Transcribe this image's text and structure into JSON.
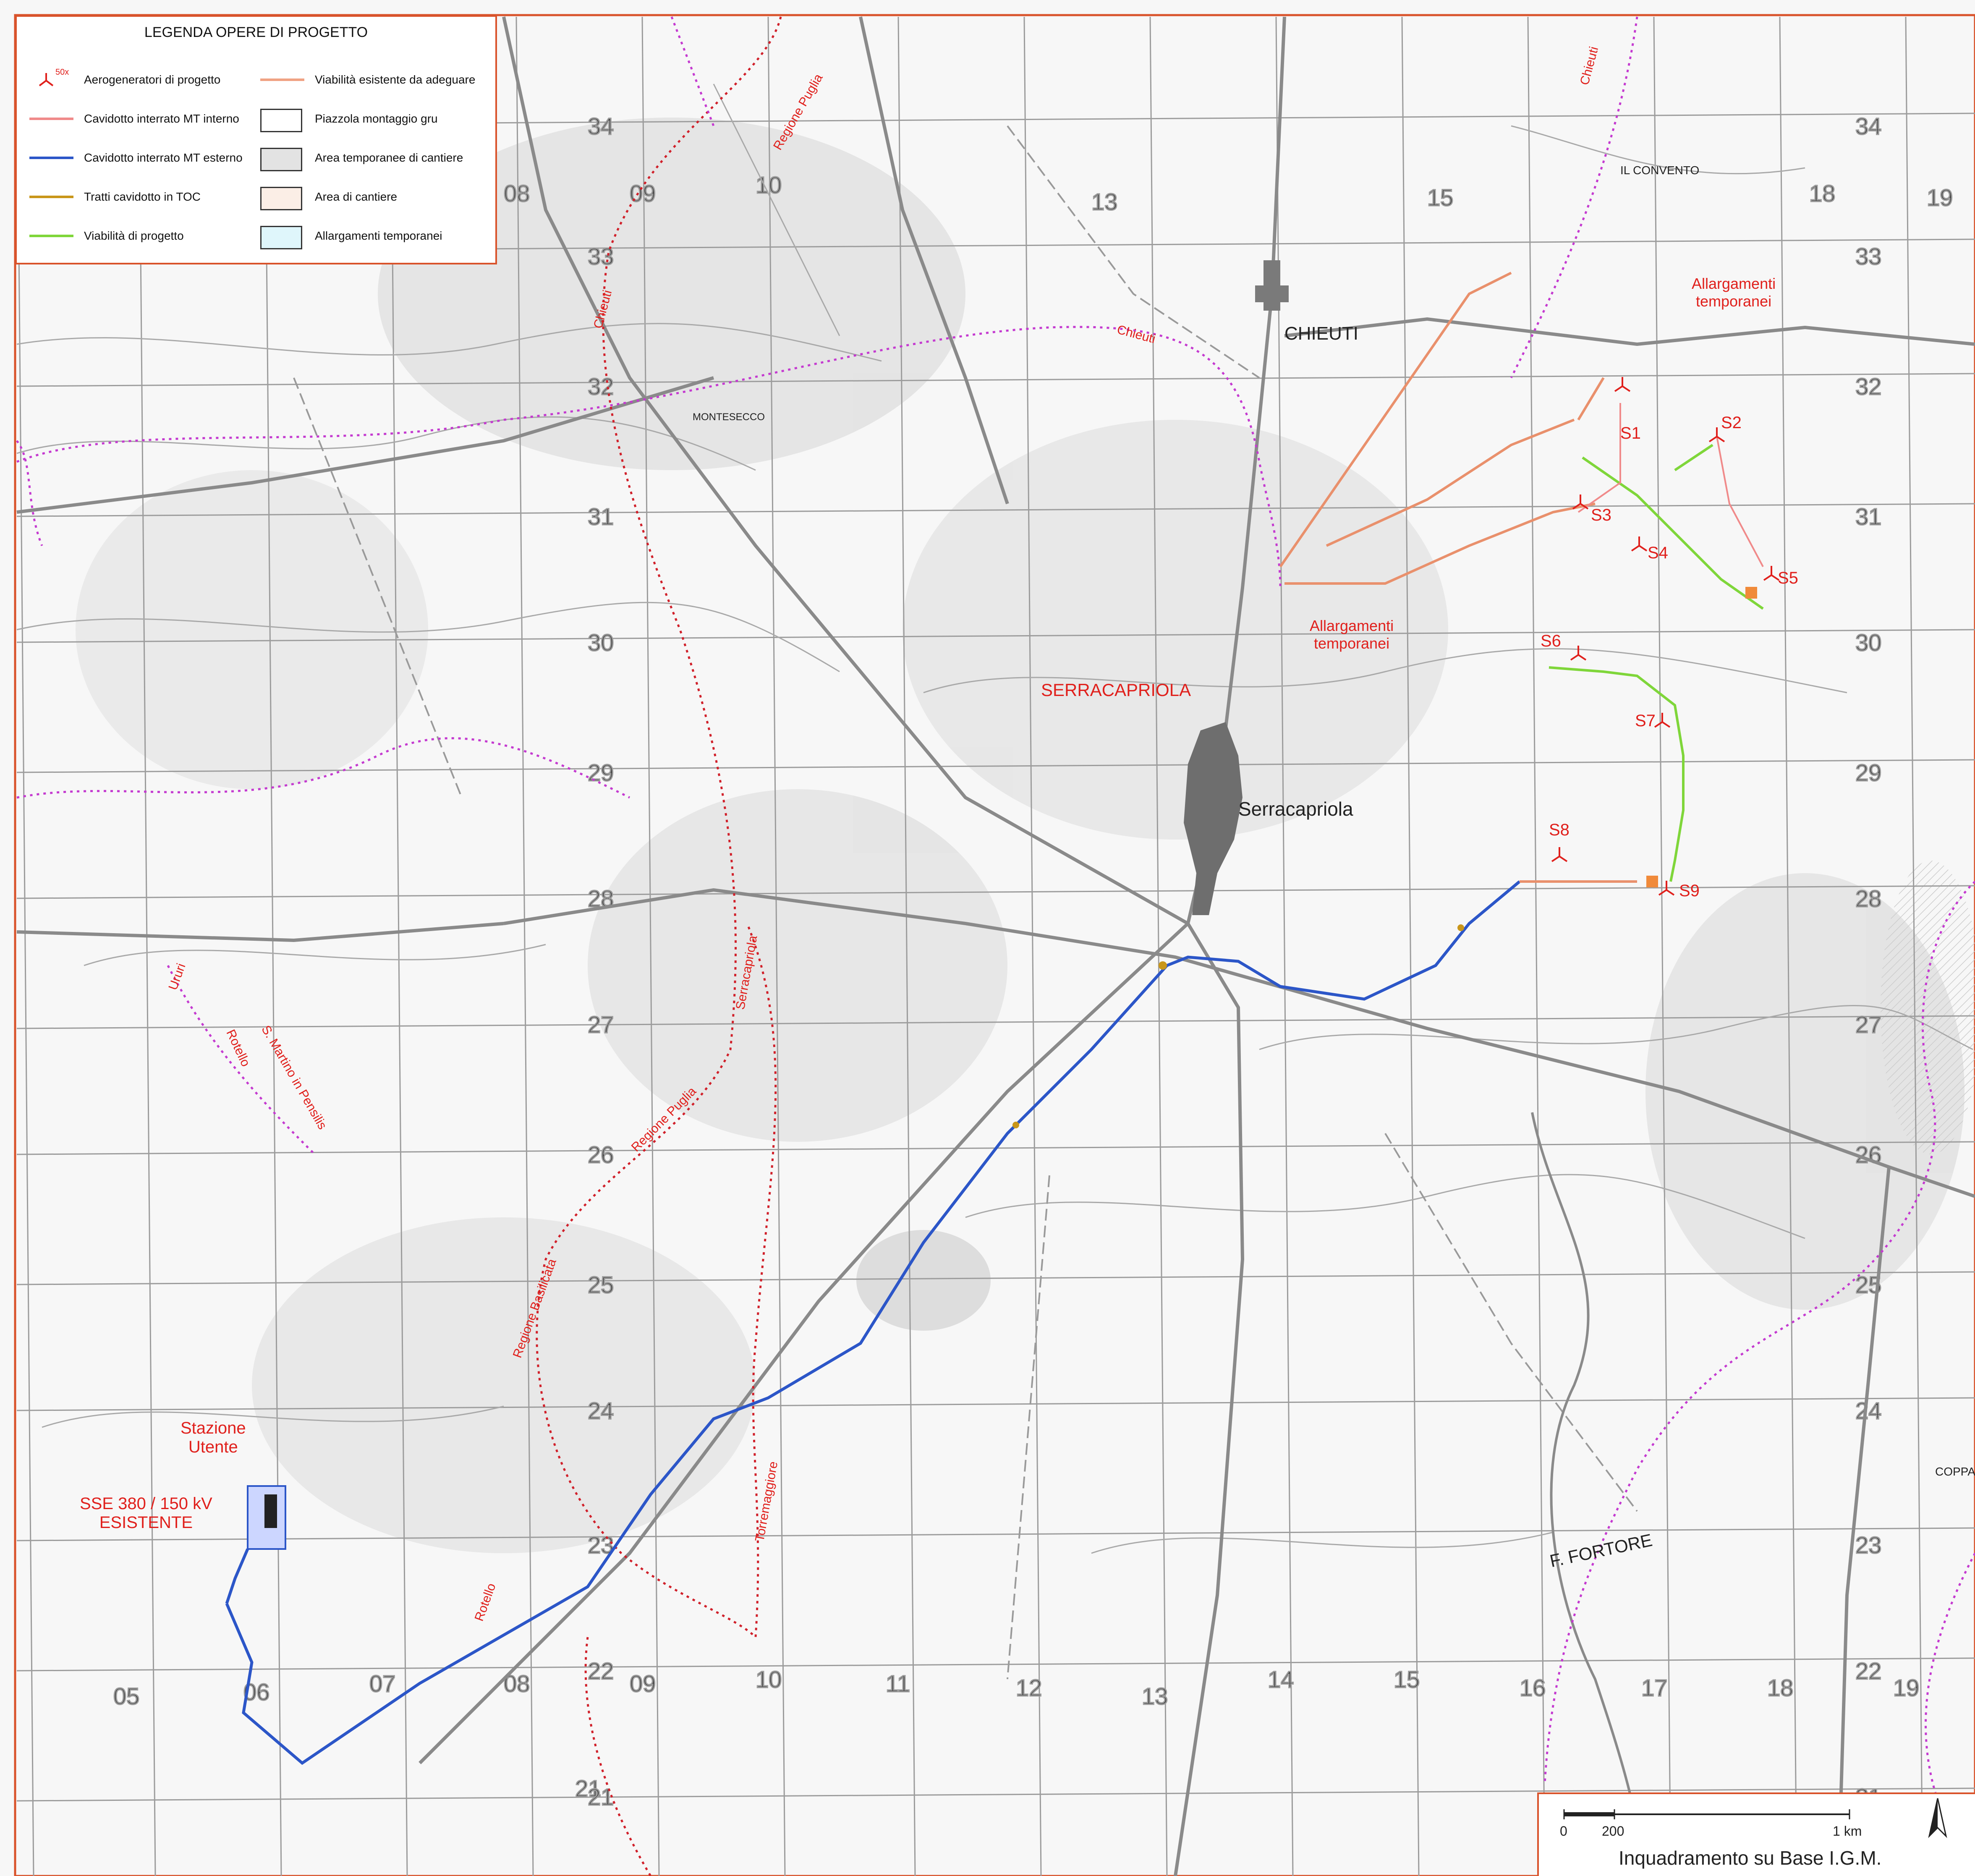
{
  "legend": {
    "title": "LEGENDA OPERE DI PROGETTO",
    "turbine_tag": "50x",
    "items_left": [
      {
        "label": "Aerogeneratori di progetto",
        "symbol": "turbine",
        "color": "#e0201c"
      },
      {
        "label": "Cavidotto interrato MT interno",
        "symbol": "line",
        "color": "#f08a8a"
      },
      {
        "label": "Cavidotto interrato MT esterno",
        "symbol": "line",
        "color": "#2c56c8"
      },
      {
        "label": "Tratti cavidotto in TOC",
        "symbol": "line",
        "color": "#c9961a"
      },
      {
        "label": "Viabilità di progetto",
        "symbol": "line",
        "color": "#7fd63a"
      }
    ],
    "items_right": [
      {
        "label": "Viabilità esistente da adeguare",
        "symbol": "line",
        "color": "#f0a283"
      },
      {
        "label": "Piazzola montaggio gru",
        "symbol": "box",
        "color": "#ffffff"
      },
      {
        "label": "Area temporanee di cantiere",
        "symbol": "box",
        "color": "#e3e3e3"
      },
      {
        "label": "Area di cantiere",
        "symbol": "box",
        "color": "#fbeee6"
      },
      {
        "label": "Allargamenti temporanei",
        "symbol": "box",
        "color": "#dff6fb"
      }
    ]
  },
  "places": {
    "chieuti": "CHIEUTI",
    "serracapriola_caps": "SERRACAPRIOLA",
    "serracapriola": "Serracapriola",
    "allargamenti_1a": "Allargamenti",
    "allargamenti_1b": "temporanei",
    "allargamenti_2a": "Allargamenti",
    "allargamenti_2b": "temporanei",
    "stazione_a": "Stazione",
    "stazione_b": "Utente",
    "sse_a": "SSE 380 / 150  kV",
    "sse_b": "ESISTENTE",
    "fortore": "F. FORTORE",
    "regione_puglia_1": "Regione Puglia",
    "regione_puglia_2": "Regione Puglia",
    "chieuti_boundary_1": "Chieuti",
    "chieuti_boundary_2": "Chieuti",
    "chieuti_boundary_3": "Chieuti",
    "serracapriola_boundary": "Serracapriola",
    "rotello_1": "Rotello",
    "rotello_2": "Rotello",
    "regione_basilicata": "Regione Basilicata",
    "torremaggiore": "Torremaggiore",
    "ururi": "Ururi",
    "san_martino": "S. Martino in Pensilis",
    "il_convento": "IL CONVENTO",
    "montesecco": "MONTESECCO",
    "coppa": "COPPA MER"
  },
  "turbines": [
    {
      "id": "S1",
      "label": "S1"
    },
    {
      "id": "S2",
      "label": "S2"
    },
    {
      "id": "S3",
      "label": "S3"
    },
    {
      "id": "S4",
      "label": "S4"
    },
    {
      "id": "S5",
      "label": "S5"
    },
    {
      "id": "S6",
      "label": "S6"
    },
    {
      "id": "S7",
      "label": "S7"
    },
    {
      "id": "S8",
      "label": "S8"
    },
    {
      "id": "S9",
      "label": "S9"
    }
  ],
  "grid_labels_x": [
    "05",
    "06",
    "07",
    "08",
    "09",
    "10",
    "11",
    "12",
    "13",
    "14",
    "15",
    "16",
    "17",
    "18",
    "19",
    "21",
    "08",
    "09",
    "10",
    "13",
    "15",
    "18",
    "19"
  ],
  "grid_labels_y": [
    "34",
    "33",
    "32",
    "31",
    "30",
    "29",
    "28",
    "27",
    "26",
    "25",
    "24",
    "23",
    "22",
    "21"
  ],
  "scale": {
    "zero": "0",
    "mid": "200",
    "end": "1 km",
    "caption": "Inquadramento su Base I.G.M."
  },
  "colors": {
    "boundary_red": "#d0202a",
    "boundary_magenta": "#c43ad0",
    "cable_internal": "#f08a8a",
    "cable_external": "#2c56c8",
    "road_project": "#7fd63a",
    "road_adapt": "#f0a283",
    "frame": "#d9532b"
  }
}
